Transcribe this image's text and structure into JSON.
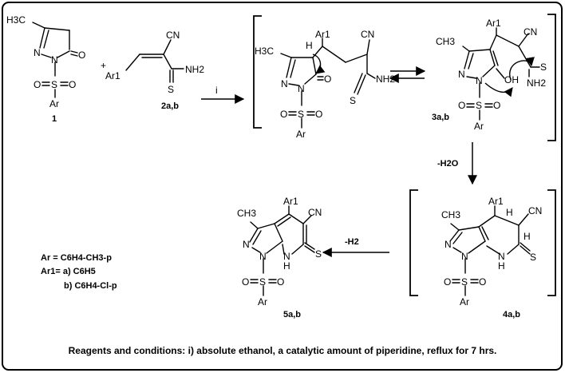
{
  "compounds": {
    "c1": {
      "label": "1",
      "H3C": "H3C",
      "N1": "N",
      "N2": "N",
      "O": "O",
      "S": "S",
      "O_left": "O",
      "O_right": "O",
      "Ar": "Ar"
    },
    "c2": {
      "label": "2a,b",
      "CN": "CN",
      "Ar1": "Ar1",
      "NH2": "NH2",
      "S": "S"
    },
    "int_a": {
      "H3C": "H3C",
      "H": "H",
      "Ar1": "Ar1",
      "CN": "CN",
      "N1": "N",
      "N2": "N",
      "O": "O",
      "NH2": "NH2",
      "S_thio": "S",
      "S": "S",
      "O_left": "O",
      "O_right": "O",
      "Ar": "Ar"
    },
    "c3": {
      "label": "3a,b",
      "CH3": "CH3",
      "Ar1": "Ar1",
      "CN": "CN",
      "N1": "N",
      "N2": "N",
      "OH": "OH",
      "S_thio": "S",
      "NH2": "NH2",
      "S": "S",
      "O_left": "O",
      "O_right": "O",
      "Ar": "Ar"
    },
    "c4": {
      "label": "4a,b",
      "CH3": "CH3",
      "Ar1": "Ar1",
      "H_top": "H",
      "CN": "CN",
      "H_mid": "H",
      "N1": "N",
      "N2": "N",
      "NH": "N",
      "H_nh": "H",
      "S_thio": "S",
      "S": "S",
      "O_left": "O",
      "O_right": "O",
      "Ar": "Ar"
    },
    "c5": {
      "label": "5a,b",
      "CH3": "CH3",
      "Ar1": "Ar1",
      "CN": "CN",
      "N1": "N",
      "N2": "N",
      "NH": "N",
      "H_nh": "H",
      "S_thio": "S",
      "S": "S",
      "O_left": "O",
      "O_right": "O",
      "Ar": "Ar"
    }
  },
  "plus": "+",
  "arrows": {
    "reagent_i": "i",
    "water_loss": "-H2O",
    "h2_loss": "-H2"
  },
  "legend": {
    "ar_line": "Ar = C6H4-CH3-p",
    "ar1_line": "Ar1= a) C6H5",
    "ar1_b_line": "b) C6H4-Cl-p"
  },
  "caption": "Reagents and conditions: i) absolute ethanol, a catalytic amount of piperidine, reflux for 7 hrs.",
  "colors": {
    "ink": "#000000",
    "background": "#ffffff",
    "frame": "#000000"
  }
}
